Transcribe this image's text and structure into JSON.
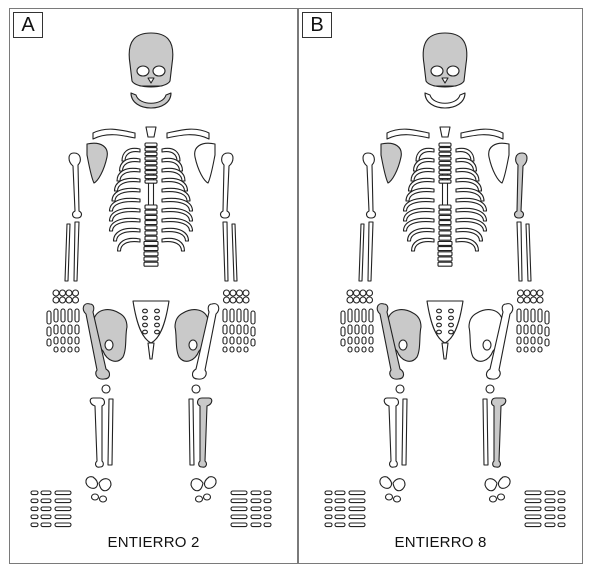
{
  "figure": {
    "panels": [
      {
        "letter": "A",
        "caption": "ENTIERRO 2",
        "present": {
          "skull": true,
          "mandible": true,
          "scapula_l": true,
          "scapula_r": false,
          "humerus_l": false,
          "humerus_r": false,
          "radius_l": false,
          "radius_r": false,
          "ilium_l": true,
          "ilium_r": true,
          "femur_l": true,
          "femur_r": false,
          "tibia_l": false,
          "tibia_r": true
        }
      },
      {
        "letter": "B",
        "caption": "ENTIERRO 8",
        "present": {
          "skull": true,
          "mandible": false,
          "scapula_l": true,
          "scapula_r": false,
          "humerus_l": false,
          "humerus_r": true,
          "radius_l": false,
          "radius_r": false,
          "ilium_l": true,
          "ilium_r": false,
          "femur_l": true,
          "femur_r": false,
          "tibia_l": false,
          "tibia_r": true
        }
      }
    ],
    "colors": {
      "present_fill": "#c9c9c9",
      "absent_fill": "#ffffff",
      "outline": "#222222",
      "frame": "#7a7a7a"
    }
  }
}
